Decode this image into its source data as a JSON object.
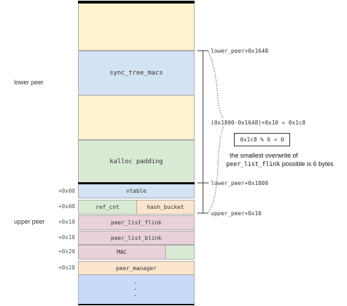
{
  "side_labels": {
    "lower_peer": "lower peer",
    "upper_peer": "upper peer"
  },
  "lower_blocks": {
    "sync_tree_macs": "sync_tree_macs",
    "kalloc_padding": "kalloc padding"
  },
  "upper_fields": {
    "vtable": "vtable",
    "ref_cnt": "ref_cnt",
    "hash_bucket": "hash_bucket",
    "peer_list_flink": "peer_list_flink",
    "peer_list_blink": "peer_list_blink",
    "mac": "MAC",
    "peer_manager": "peer_manager",
    "ellipsis": "."
  },
  "offsets": [
    "+0x00",
    "+0x08",
    "+0x10",
    "+0x18",
    "+0x20",
    "+0x28"
  ],
  "annotations": {
    "lower_peer_1648": "lower_peer+0x1648",
    "lower_peer_1800": "lower_peer+0x1800",
    "upper_peer_10": "upper_peer+0x10",
    "calculation": "(0x1800-0x1648)+0x10 = 0x1c8",
    "modulo": "0x1c8 % 6 = 0",
    "note_line1": "the smallest overwrite of",
    "note_code": "peer_list_flink",
    "note_rest": " possible is 6 bytes"
  },
  "colors": {
    "yellow": "#fff2cc",
    "blue": "#d4e3f3",
    "green": "#d8ead3",
    "pink": "#ead1dc",
    "peach": "#fce5cd",
    "bottom_blue": "#c9daf8"
  }
}
